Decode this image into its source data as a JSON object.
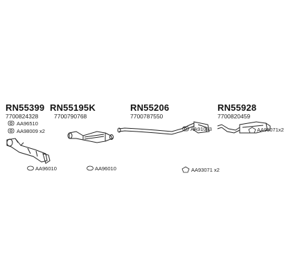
{
  "groups": [
    {
      "code": "RN55399",
      "number": "7700824328"
    },
    {
      "code": "RN55195K",
      "number": "7700790768"
    },
    {
      "code": "RN55206",
      "number": "7700787550"
    },
    {
      "code": "RN55928",
      "number": "7700820459"
    }
  ],
  "accessories": {
    "g1_a": "AA96510",
    "g1_b": "AA98009 x2",
    "g1_c": "AA96010",
    "g2_a": "AA96010",
    "g3_a": "AA91083",
    "g3_b": "AA93071 x2",
    "g4_a": "AA93071x2"
  }
}
